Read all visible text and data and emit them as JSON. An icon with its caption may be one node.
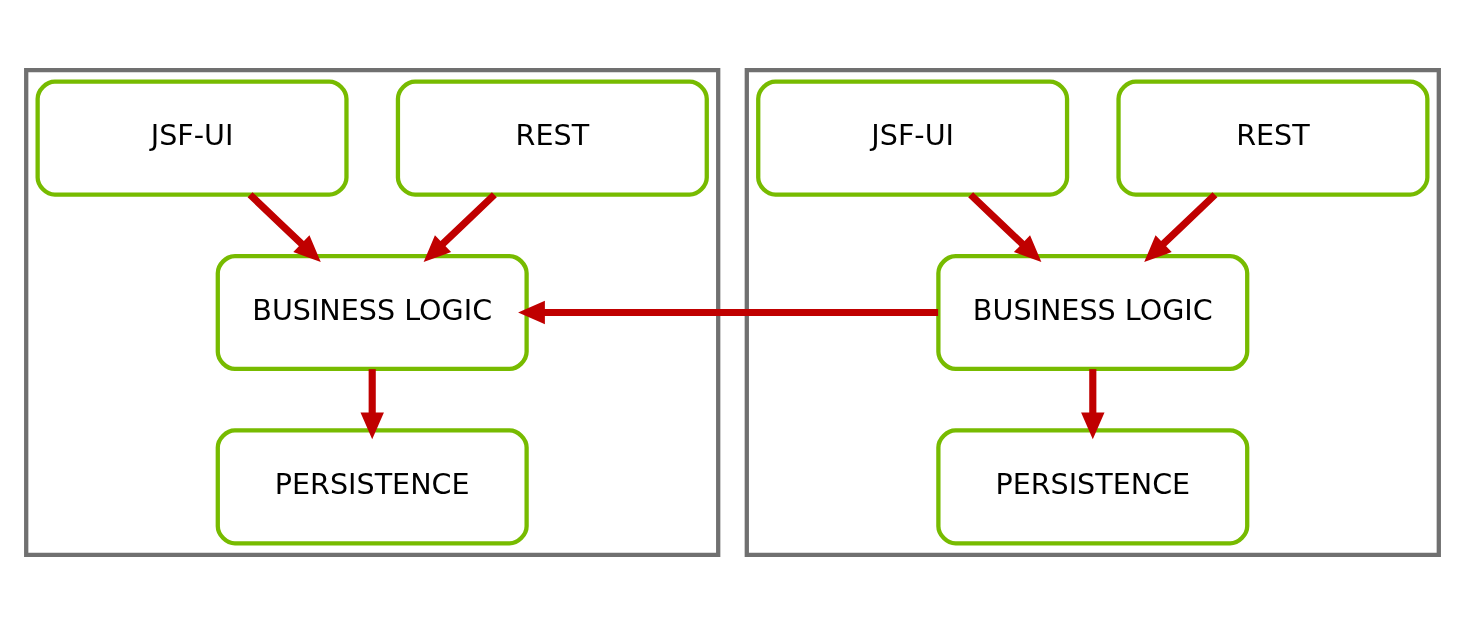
{
  "diagram": {
    "nodes": [
      {
        "text": [],
        "shape": "box"
      },
      {
        "text": [
          "JSF-UI"
        ],
        "in": 0
      },
      {
        "text": [
          "REST"
        ],
        "in": 0
      },
      {
        "text": [
          "BUSINESS LOGIC"
        ],
        "in": 0
      },
      {
        "text": [
          "PERSISTENCE"
        ],
        "in": 0
      },
      {
        "text": [],
        "shape": "box"
      },
      {
        "text": [
          "JSF-UI"
        ],
        "in": 5
      },
      {
        "text": [
          "REST"
        ],
        "in": 5
      },
      {
        "text": [
          "BUSINESS LOGIC"
        ],
        "in": 5
      },
      {
        "text": [
          "PERSISTENCE"
        ],
        "in": 5
      }
    ],
    "edges": [
      {
        "from": 1,
        "to": 3,
        "arrow": "to"
      },
      {
        "from": 2,
        "to": 3,
        "arrow": "to"
      },
      {
        "from": 3,
        "to": 4,
        "arrow": "to"
      },
      {
        "from": 6,
        "to": 8,
        "arrow": "to"
      },
      {
        "from": 7,
        "to": 8,
        "arrow": "to"
      },
      {
        "from": 8,
        "to": 9,
        "arrow": "to"
      },
      {
        "from": 8,
        "to": 3,
        "arrow": "to"
      }
    ]
  }
}
